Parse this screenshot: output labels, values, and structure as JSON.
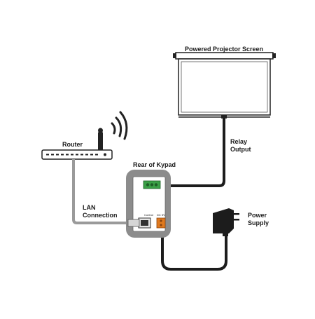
{
  "labels": {
    "projector_screen": "Powered Projector Screen",
    "relay_line1": "Relay",
    "relay_line2": "Output",
    "router": "Router",
    "rear_of_keypad": "Rear of Kypad",
    "lan_line1": "LAN",
    "lan_line2": "Connection",
    "power_line1": "Power",
    "power_line2": "Supply",
    "port_control": "Control",
    "port_dc": "DC 5V"
  },
  "colors": {
    "cable": "#1c1c1c",
    "lan_cable": "#9a9a9a",
    "keypad_frame": "#8c8c8c",
    "terminal_green": "#3aa046",
    "terminal_orange": "#e07a1f"
  },
  "icons": {
    "router": "router-icon",
    "wifi": "wifi-signal-icon",
    "screen": "projector-screen-icon",
    "adapter": "power-adapter-icon",
    "rj45": "rj45-port-icon"
  }
}
